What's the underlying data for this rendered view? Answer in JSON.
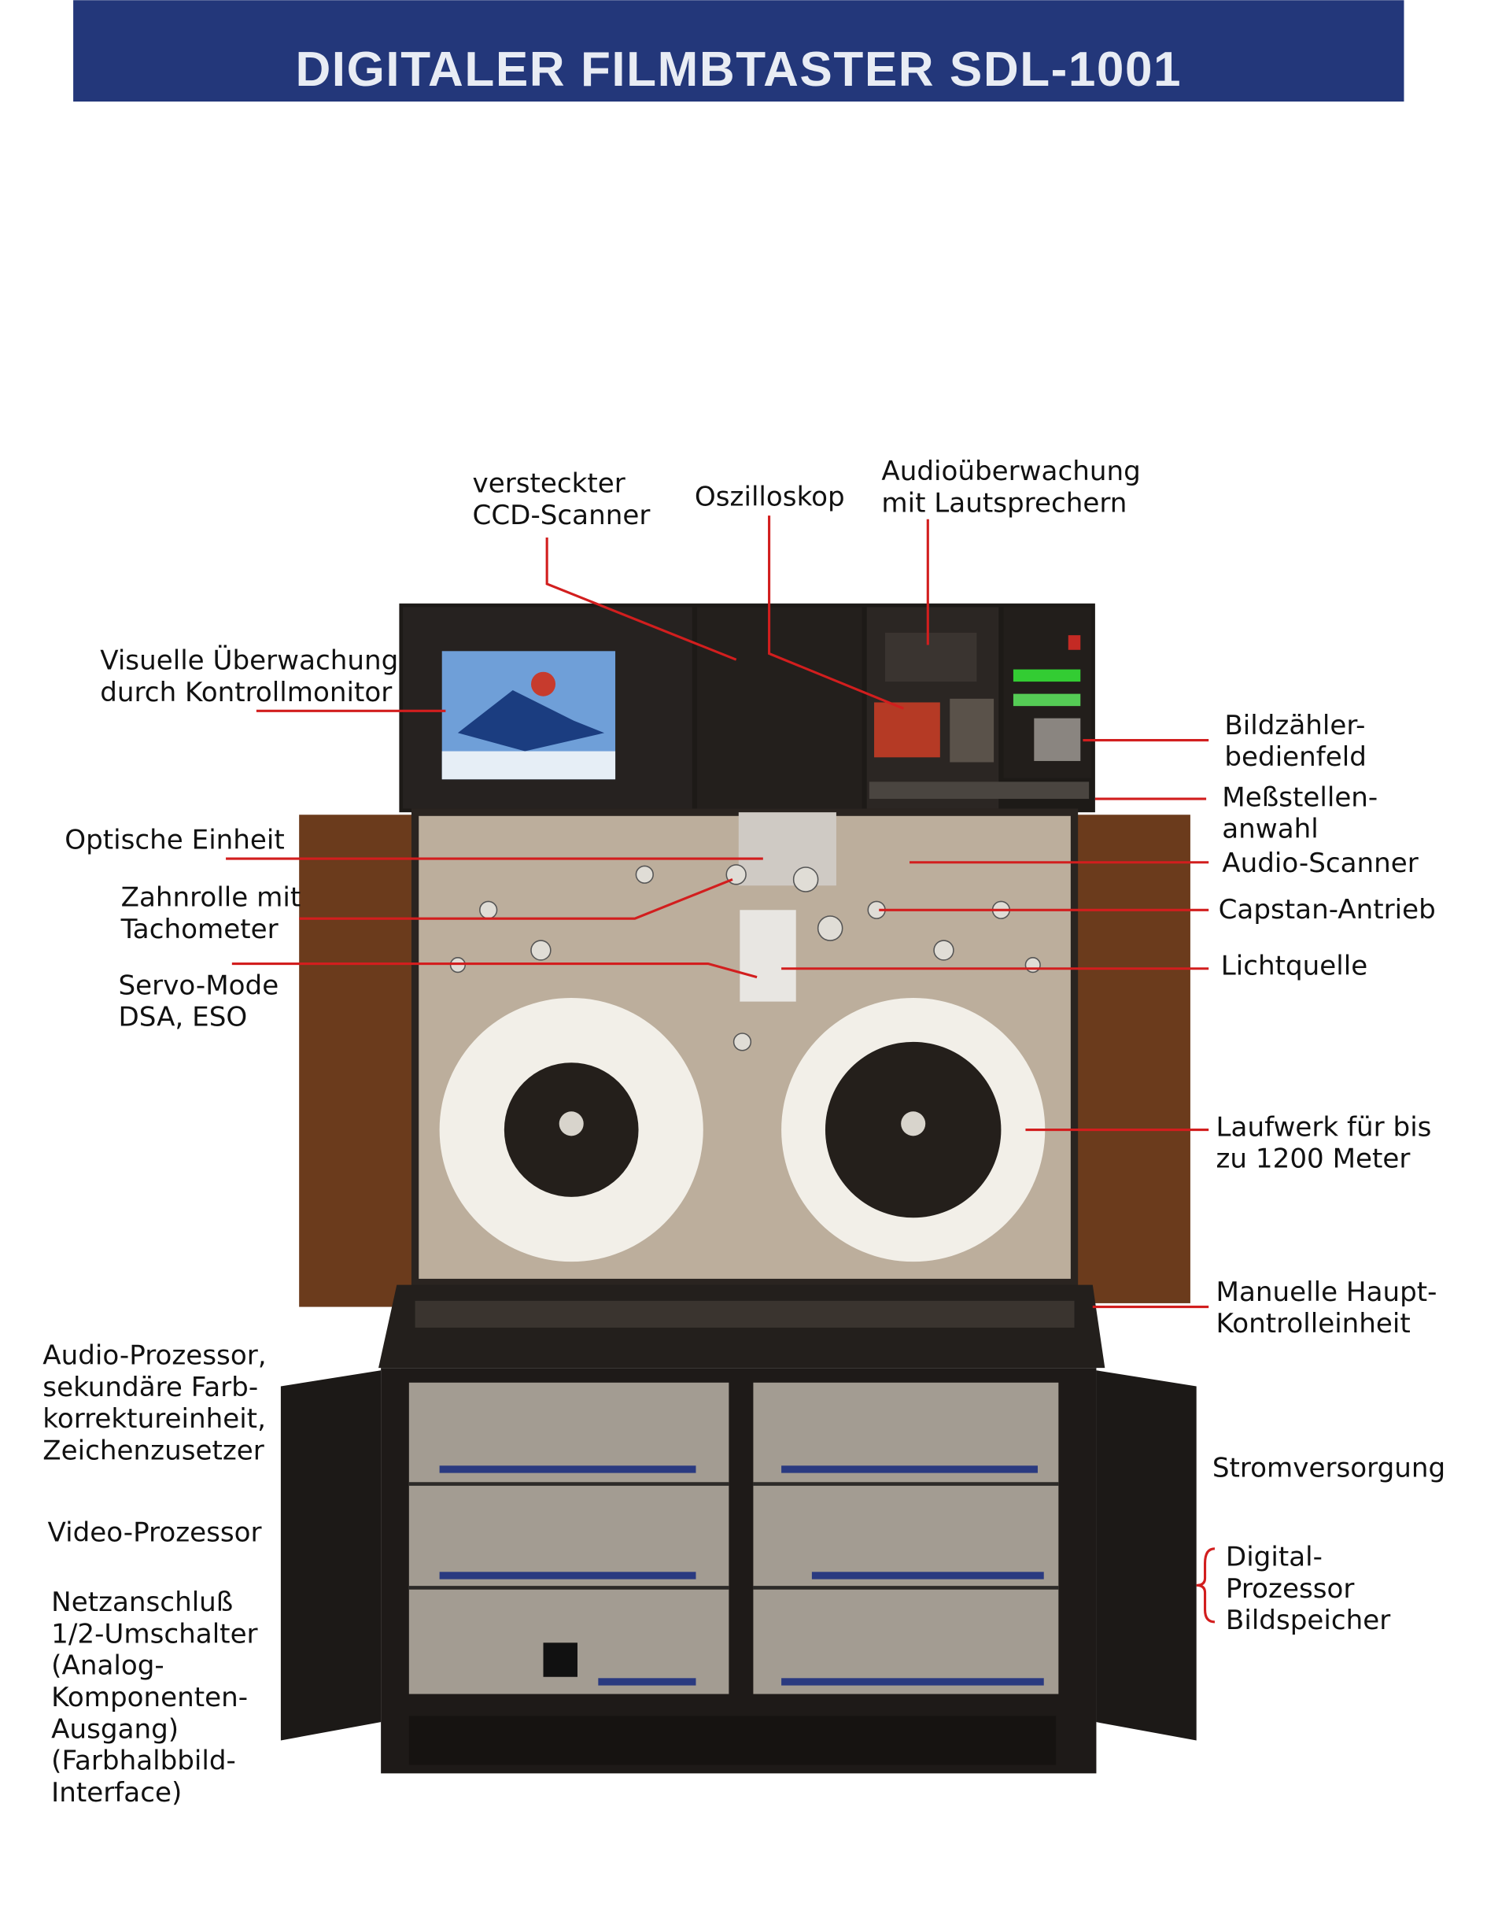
{
  "header": {
    "title": "DIGITALER FILMBTASTER SDL-1001"
  },
  "colors": {
    "header_bg": "#23377a",
    "leader_line": "#d21e1e"
  },
  "labels": {
    "ccd": [
      "versteckter",
      "CCD-Scanner"
    ],
    "oszilloskop": [
      "Oszilloskop"
    ],
    "audio_monitor": [
      "Audioüberwachung",
      "mit  Lautsprechern"
    ],
    "visual": [
      "Visuelle Überwachung",
      "durch Kontrollmonitor"
    ],
    "bildzaehler": [
      "Bildzähler-",
      "bedienfeld"
    ],
    "messstellen": [
      "Meßstellen-",
      "anwahl"
    ],
    "audio_scanner": [
      "Audio-Scanner"
    ],
    "capstan": [
      "Capstan-Antrieb"
    ],
    "licht": [
      "Lichtquelle"
    ],
    "optisch": [
      "Optische  Einheit"
    ],
    "zahnrolle": [
      "Zahnrolle mit",
      "Tachometer"
    ],
    "servo": [
      "Servo-Mode",
      "DSA, ESO"
    ],
    "laufwerk": [
      "Laufwerk für bis",
      "zu 1200 Meter"
    ],
    "manuelle": [
      "Manuelle Haupt-",
      "Kontrolleinheit"
    ],
    "audio_proz": [
      "Audio-Prozessor,",
      "sekundäre Farb-",
      "korrektureinheit,",
      "Zeichenzusetzer"
    ],
    "strom": [
      "Stromversorgung"
    ],
    "video_proz": [
      "Video-Prozessor"
    ],
    "digital": [
      "Digital-",
      "Prozessor",
      "Bildspeicher"
    ],
    "netz": [
      "Netzanschluß",
      "1/2-Umschalter",
      "(Analog-",
      "Komponenten-",
      "Ausgang)",
      "(Farbhalbbild-",
      "Interface)"
    ]
  }
}
